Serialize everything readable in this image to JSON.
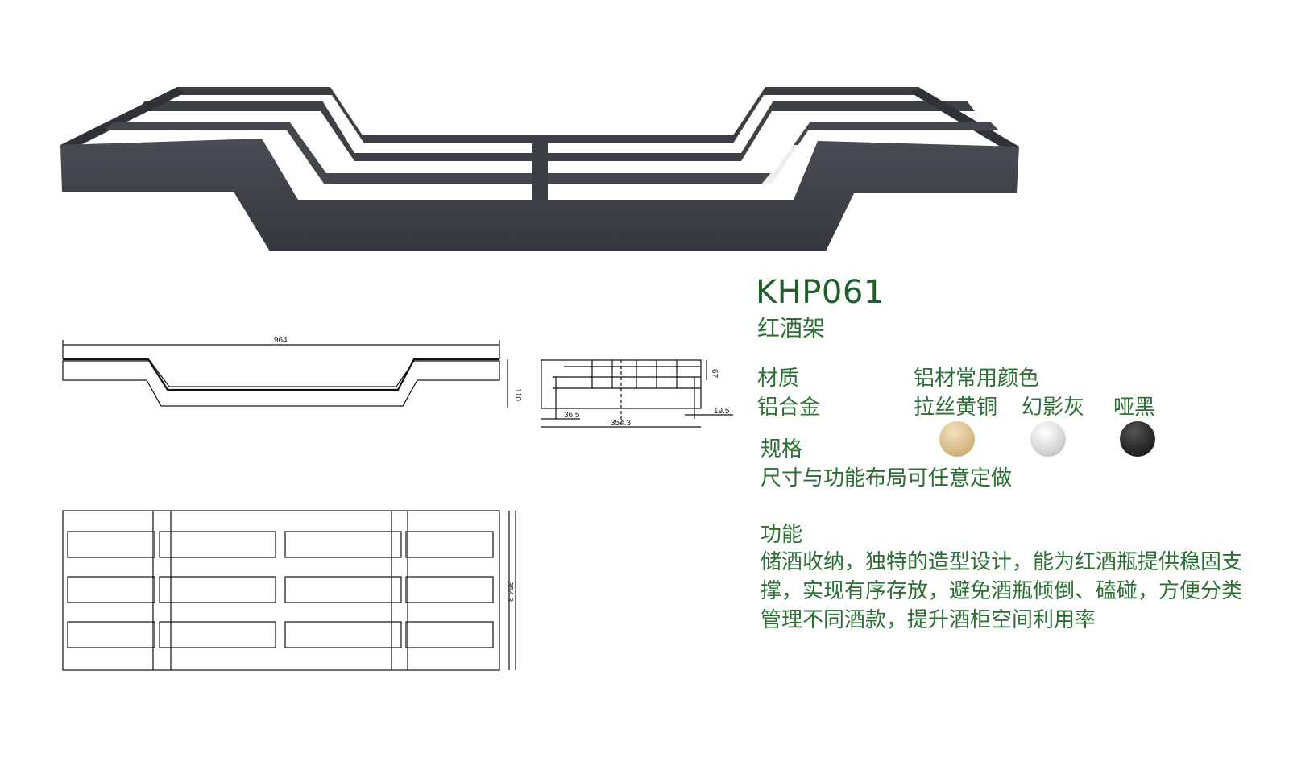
{
  "product": {
    "model": "KHP061",
    "name": "红酒架"
  },
  "specs": {
    "material_label": "材质",
    "material_value": "铝合金",
    "size_label": "规格",
    "size_value": "尺寸与功能布局可任意定做",
    "function_label": "功能",
    "function_value": "储酒收纳，独特的造型设计，能为红酒瓶提供稳固支撑，实现有序存放，避免酒瓶倾倒、磕碰，方便分类管理不同酒款，提升酒柜空间利用率"
  },
  "colors": {
    "label": "铝材常用颜色",
    "options": [
      {
        "name": "拉丝黄铜",
        "hex": "#d9bd8a"
      },
      {
        "name": "幻影灰",
        "hex": "#d4d6d8"
      },
      {
        "name": "哑黑",
        "hex": "#2a2a2a"
      }
    ]
  },
  "drawing": {
    "front_width": "964",
    "front_height": "110",
    "side_height": "67",
    "side_offset_left": "36.5",
    "side_width": "354.3",
    "side_offset_right": "19.5",
    "top_depth": "354.3"
  },
  "theme": {
    "text_green": "#2c6f35",
    "model_green": "#1f5f2a",
    "frame_dark": "#3e4247"
  }
}
